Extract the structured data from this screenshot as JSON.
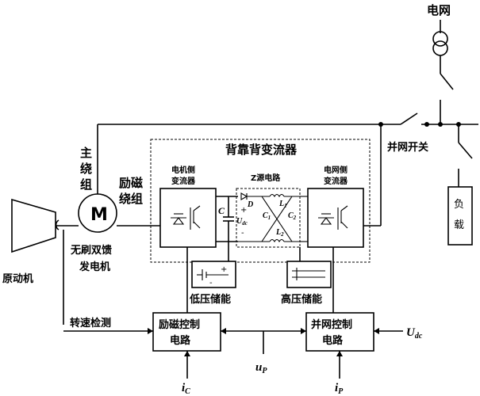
{
  "labels": {
    "grid": "电网",
    "grid_switch": "并网开关",
    "load_line1": "负",
    "load_line2": "载",
    "converter_title": "背靠背变流器",
    "machine_side_1": "电机侧",
    "machine_side_2": "变流器",
    "grid_side_1": "电网侧",
    "grid_side_2": "变流器",
    "z_source": "Z源电路",
    "main_winding_1": "主",
    "main_winding_2": "绕",
    "main_winding_3": "组",
    "excitation_winding_1": "励磁",
    "excitation_winding_2": "绕组",
    "generator_1": "无刷双馈",
    "generator_2": "发电机",
    "prime_mover": "原动机",
    "motor_symbol": "M",
    "low_storage": "低压储能",
    "high_storage": "高压储能",
    "speed_detect": "转速检测",
    "exc_ctrl_1": "励磁控制",
    "exc_ctrl_2": "电路",
    "grid_ctrl_1": "并网控制",
    "grid_ctrl_2": "电路",
    "cap_C": "C",
    "diode_D": "D",
    "plus": "+",
    "minus": "-"
  },
  "math": {
    "udc_main": "U",
    "udc_main_sub": "dc",
    "udc_small": "U",
    "udc_small_sub": "dc",
    "c1": "C",
    "c1_sub": "1",
    "c2": "C",
    "c2_sub": "2",
    "l1": "L",
    "l1_sub": "1",
    "l2": "L",
    "l2_sub": "2",
    "up": "u",
    "up_sub": "P",
    "ic": "i",
    "ic_sub": "C",
    "ip": "i",
    "ip_sub": "P"
  }
}
